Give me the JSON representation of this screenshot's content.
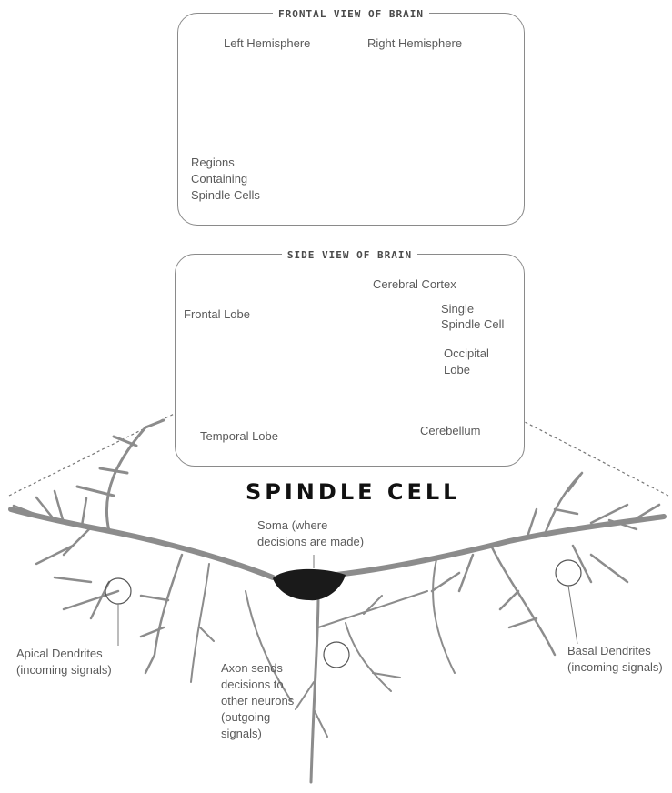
{
  "frontal": {
    "title": "FRONTAL VIEW OF BRAIN",
    "left_hemisphere": "Left Hemisphere",
    "right_hemisphere": "Right Hemisphere",
    "regions_line1": "Regions",
    "regions_line2": "Containing",
    "regions_line3": "Spindle Cells"
  },
  "side": {
    "title": "SIDE VIEW OF BRAIN",
    "cerebral_cortex": "Cerebral Cortex",
    "frontal_lobe": "Frontal Lobe",
    "single_line1": "Single",
    "single_line2": "Spindle Cell",
    "occipital_line1": "Occipital",
    "occipital_line2": "Lobe",
    "temporal_lobe": "Temporal Lobe",
    "cerebellum": "Cerebellum"
  },
  "cell": {
    "title": "SPINDLE CELL",
    "soma_line1": "Soma (where",
    "soma_line2": "decisions are made)",
    "apical_line1": "Apical Dendrites",
    "apical_line2": "(incoming signals)",
    "axon_line1": "Axon sends",
    "axon_line2": "decisions to",
    "axon_line3": "other neurons",
    "axon_line4": "(outgoing",
    "axon_line5": "signals)",
    "basal_line1": "Basal Dendrites",
    "basal_line2": "(incoming signals)"
  },
  "colors": {
    "line": "#9a9a9a",
    "dendrite": "#8c8c8c",
    "soma": "#1a1a1a"
  }
}
